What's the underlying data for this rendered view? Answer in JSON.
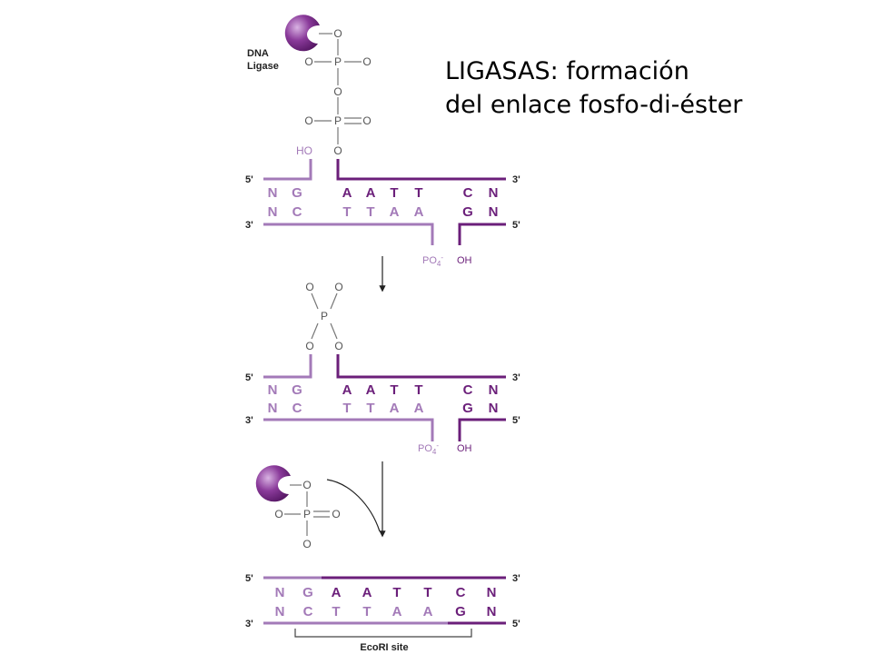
{
  "title": {
    "line1": "LIGASAS: formación",
    "line2": "del enlace fosfo-di-éster"
  },
  "labels": {
    "enzyme_line1": "DNA",
    "enzyme_line2": "Ligase",
    "ecori": "EcoRI site",
    "five_prime": "5'",
    "three_prime": "3'",
    "ho": "HO",
    "oh": "OH",
    "po4": "PO",
    "po4_sub": "4",
    "po4_sup": "-",
    "o": "O",
    "p": "P"
  },
  "sequence": {
    "top": [
      "N",
      "G",
      "A",
      "A",
      "T",
      "T",
      "C",
      "N"
    ],
    "bottom": [
      "N",
      "C",
      "T",
      "T",
      "A",
      "A",
      "G",
      "N"
    ]
  },
  "colors": {
    "dark_strand": "#6b1f7a",
    "light_strand": "#a37ab8"
  }
}
